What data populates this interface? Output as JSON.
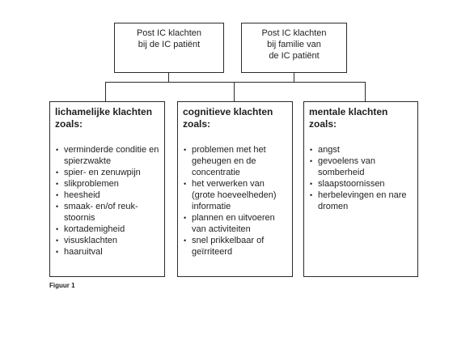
{
  "top": {
    "patient": [
      "Post IC klachten",
      "bij de IC patiënt"
    ],
    "family": [
      "Post IC klachten",
      "bij familie van",
      "de IC patiënt"
    ]
  },
  "columns": {
    "physical": {
      "title": [
        "lichamelijke klachten",
        "zoals:"
      ],
      "items": [
        "verminderde conditie en spierzwakte",
        "spier- en zenuwpijn",
        "slikproblemen",
        "heesheid",
        "smaak- en/of reuk-stoornis",
        "kortademigheid",
        "visusklachten",
        "haaruitval"
      ]
    },
    "cognitive": {
      "title": [
        "cognitieve klachten",
        "zoals:"
      ],
      "items": [
        "problemen met het geheugen en de concentratie",
        "het verwerken van (grote hoeveelheden) informatie",
        "plannen en uitvoeren van activiteiten",
        "snel prikkelbaar of geïrriteerd"
      ]
    },
    "mental": {
      "title": [
        "mentale klachten",
        "zoals:"
      ],
      "items": [
        "angst",
        "gevoelens van somberheid",
        "slaapstoornissen",
        "herbelevingen en nare dromen"
      ]
    }
  },
  "caption": "Figuur 1"
}
